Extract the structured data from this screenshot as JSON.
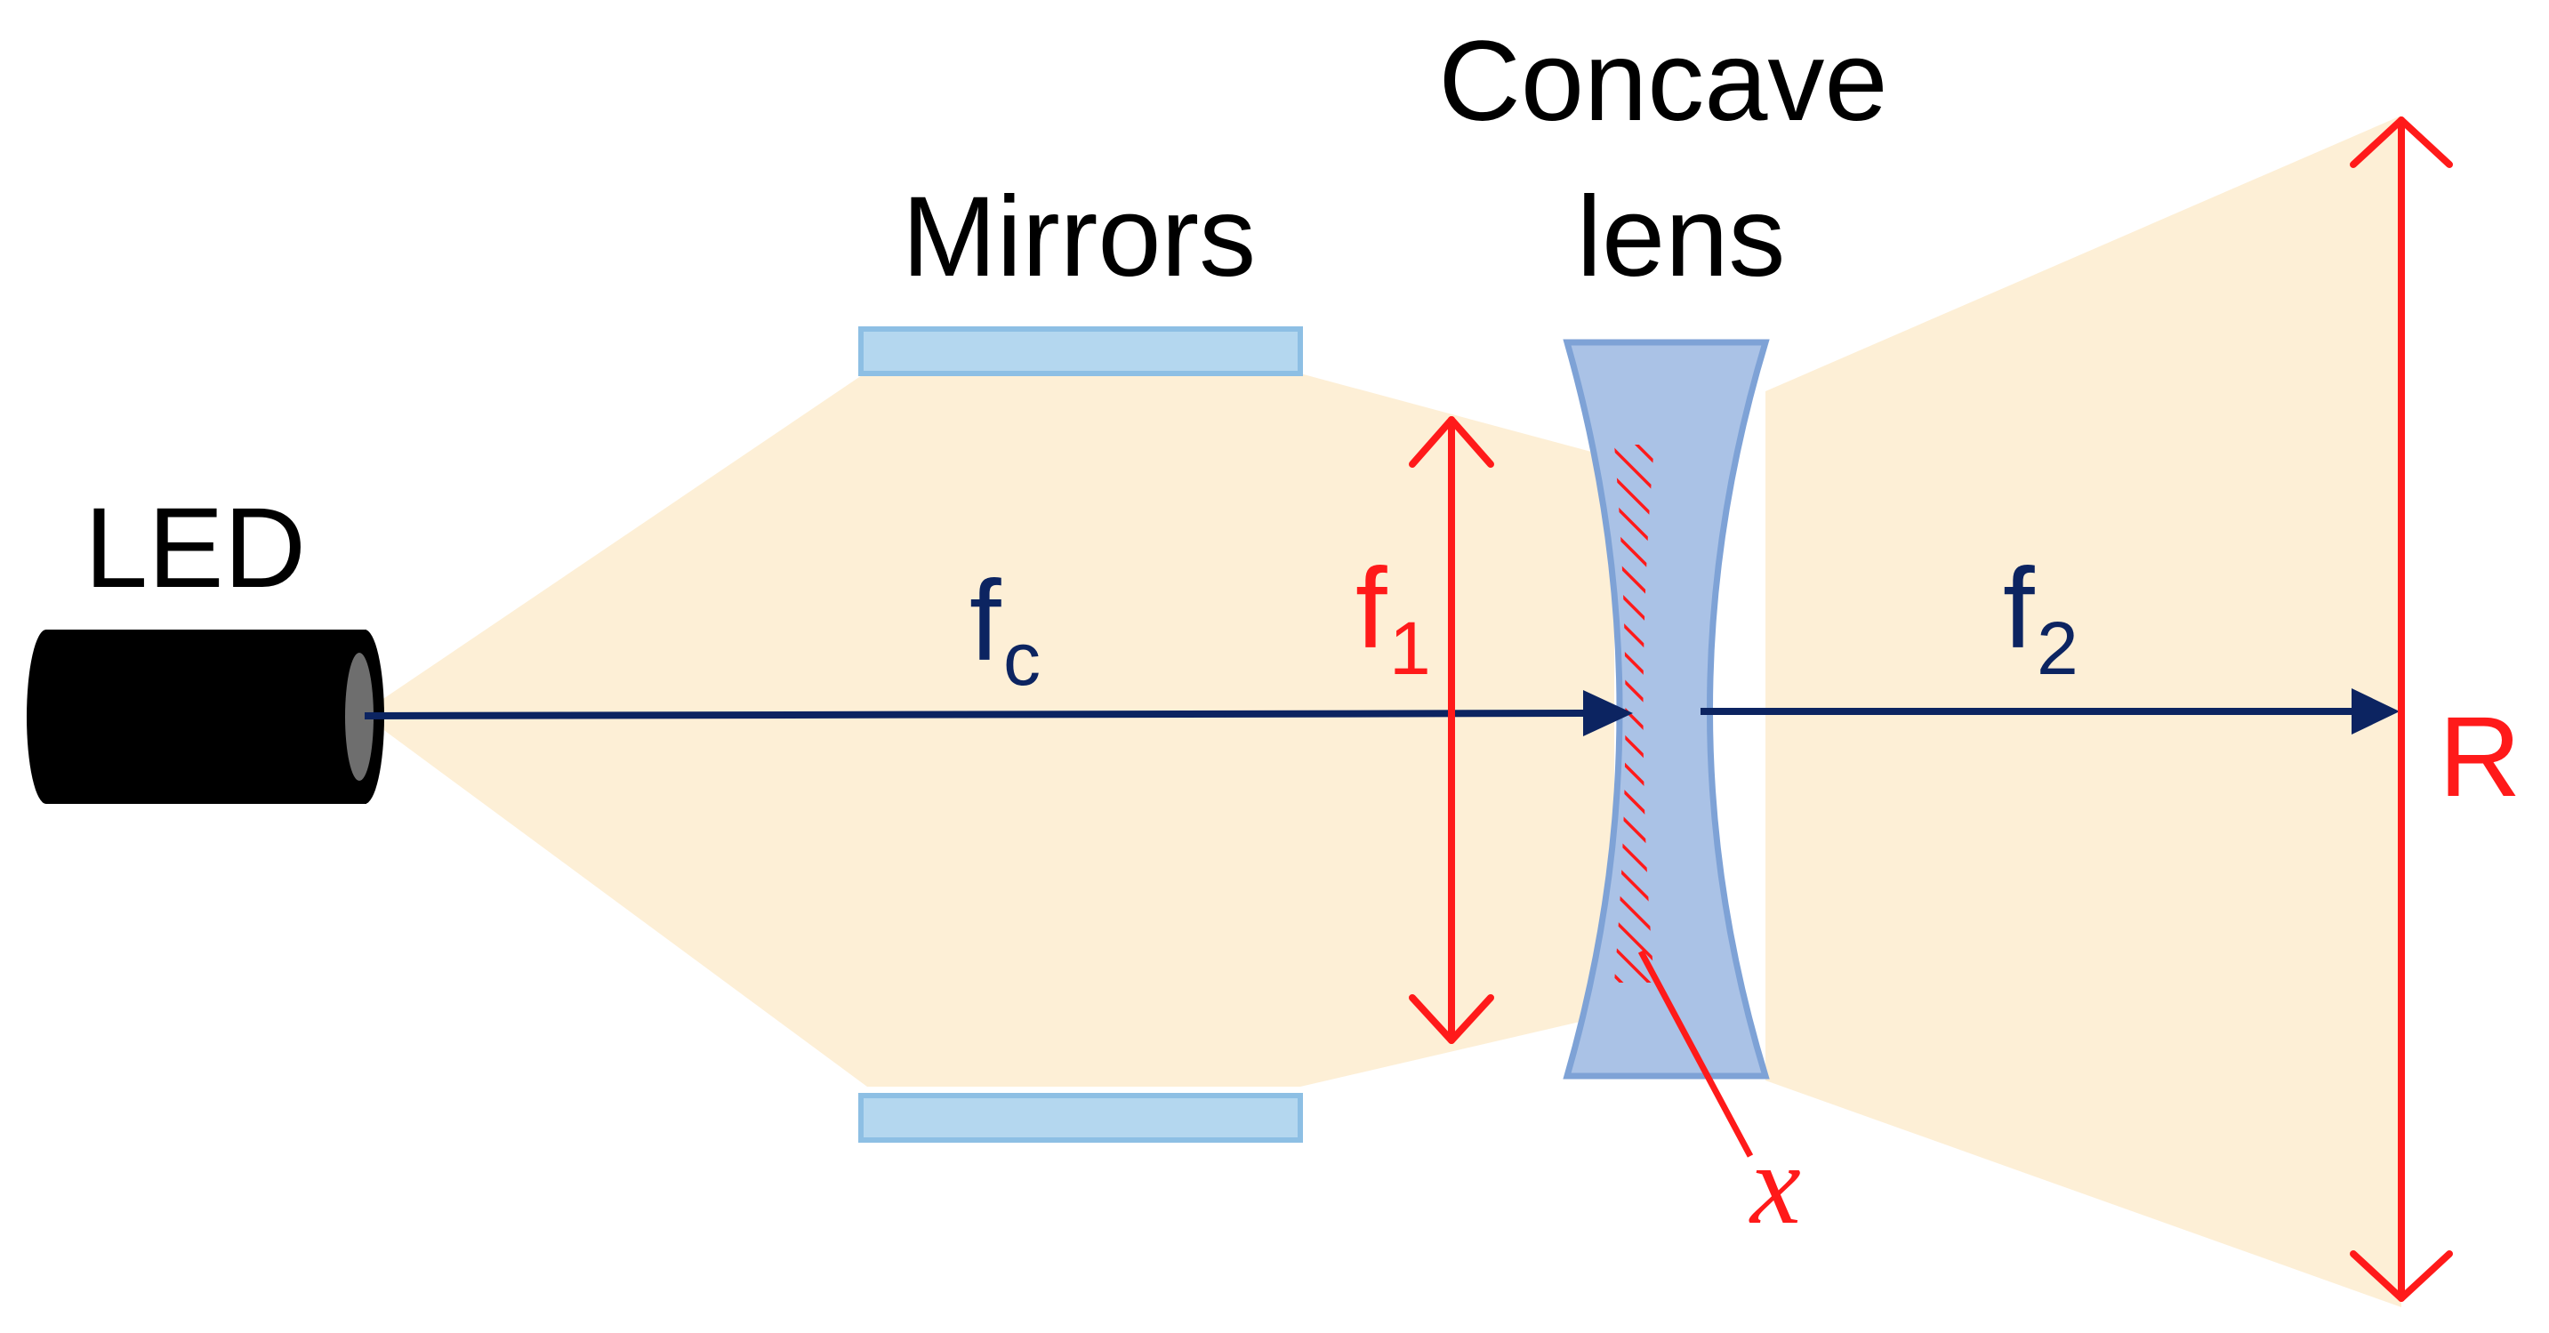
{
  "labels": {
    "led": "LED",
    "mirrors": "Mirrors",
    "concave_line1": "Concave",
    "concave_line2": "lens",
    "fc_main": "f",
    "fc_sub": "c",
    "f1_main": "f",
    "f1_sub": "1",
    "f2_main": "f",
    "f2_sub": "2",
    "r": "R",
    "x": "x"
  },
  "colors": {
    "light_beam": "#fdefd6",
    "mirror_fill": "#b4d7ef",
    "mirror_stroke": "#8dbfe4",
    "lens_fill": "#aac2e6",
    "lens_stroke": "#7ea2d6",
    "navy": "#0c2461",
    "red": "#ff1a1a",
    "led_body": "#000000",
    "led_face": "#6e6e6e"
  },
  "icons": {
    "led_source": "cylinder-led-icon",
    "concave_lens": "concave-lens-icon",
    "mirror": "flat-mirror-icon"
  }
}
